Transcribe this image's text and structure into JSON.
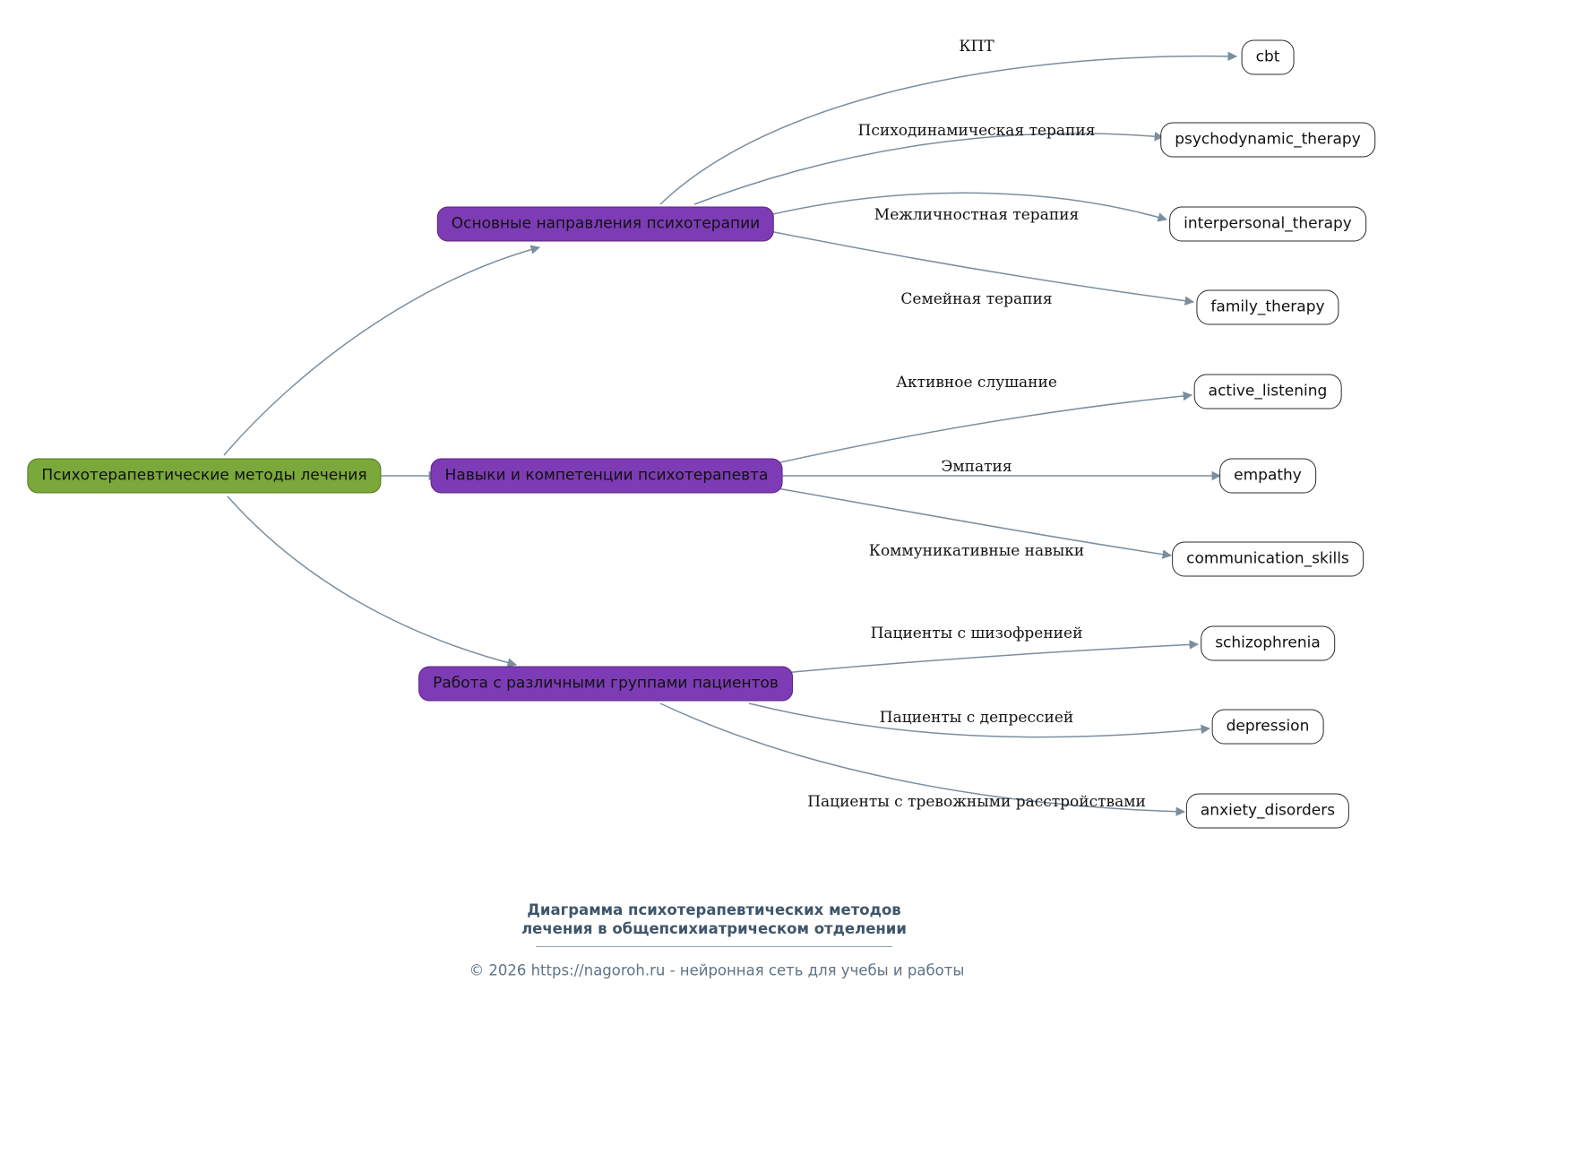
{
  "root": {
    "label": "Психотерапевтические методы лечения"
  },
  "branches": [
    {
      "label": "Основные направления психотерапии"
    },
    {
      "label": "Навыки и компетенции психотерапевта"
    },
    {
      "label": "Работа с различными группами пациентов"
    }
  ],
  "leaves": [
    {
      "label": "cbt",
      "edge_label": "КПТ"
    },
    {
      "label": "psychodynamic_therapy",
      "edge_label": "Психодинамическая терапия"
    },
    {
      "label": "interpersonal_therapy",
      "edge_label": "Межличностная терапия"
    },
    {
      "label": "family_therapy",
      "edge_label": "Семейная терапия"
    },
    {
      "label": "active_listening",
      "edge_label": "Активное слушание"
    },
    {
      "label": "empathy",
      "edge_label": "Эмпатия"
    },
    {
      "label": "communication_skills",
      "edge_label": "Коммуникативные навыки"
    },
    {
      "label": "schizophrenia",
      "edge_label": "Пациенты с шизофренией"
    },
    {
      "label": "depression",
      "edge_label": "Пациенты с депрессией"
    },
    {
      "label": "anxiety_disorders",
      "edge_label": "Пациенты с тревожными расстройствами"
    }
  ],
  "footer": {
    "title_line1": "Диаграмма психотерапевтических методов",
    "title_line2": "лечения в общепсихиатрическом отделении",
    "copyright": "© 2026 https://nagoroh.ru - нейронная сеть для учебы и работы"
  },
  "colors": {
    "root_fill": "#7aa83a",
    "root_border": "#55771f",
    "branch_fill": "#7d3cb5",
    "branch_border": "#59257f",
    "leaf_fill": "#ffffff",
    "leaf_border": "#2b2b2b",
    "edge": "#7b8e9e",
    "footer_title": "#3f566b",
    "footer_rule": "#93a3b1",
    "footer_copy": "#5e7487"
  }
}
